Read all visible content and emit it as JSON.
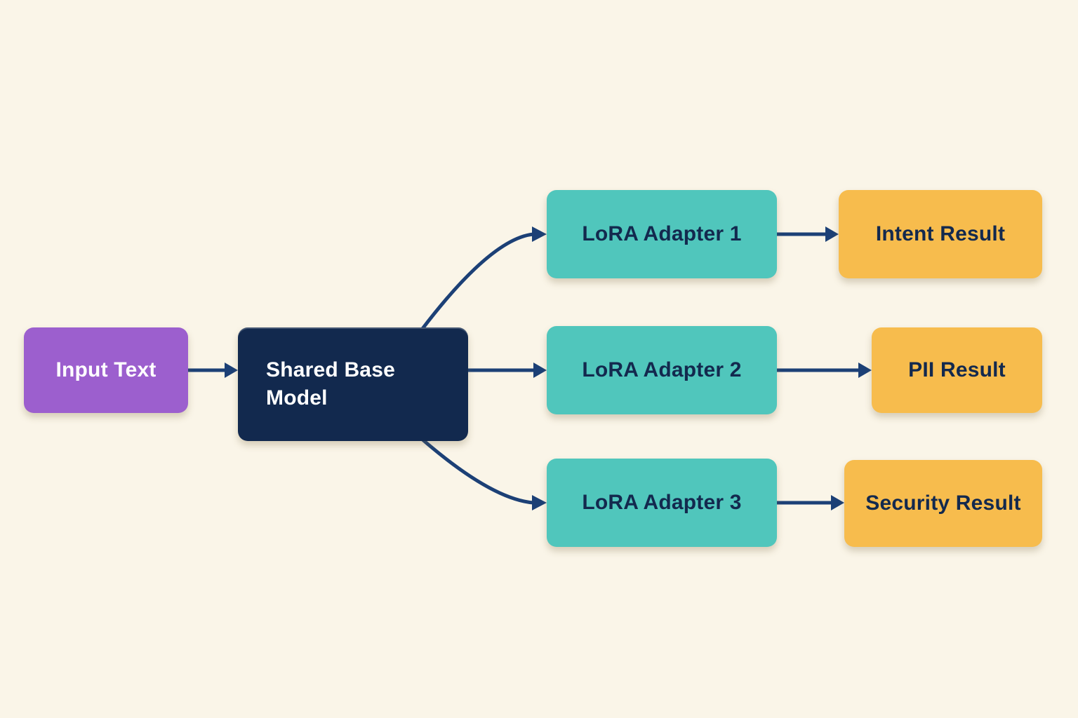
{
  "diagram": {
    "background_color": "#faf5e8",
    "arrow_color": "#1c4076",
    "nodes": {
      "input_text": {
        "label": "Input Text",
        "fill": "#9c5fce",
        "text_color": "#ffffff"
      },
      "shared_base_model": {
        "label": "Shared Base Model",
        "fill": "#12294e",
        "text_color": "#ffffff"
      },
      "lora_adapter_1": {
        "label": "LoRA Adapter 1",
        "fill": "#50c6bc",
        "text_color": "#13294e"
      },
      "lora_adapter_2": {
        "label": "LoRA Adapter 2",
        "fill": "#50c6bc",
        "text_color": "#13294e"
      },
      "lora_adapter_3": {
        "label": "LoRA Adapter 3",
        "fill": "#50c6bc",
        "text_color": "#13294e"
      },
      "intent_result": {
        "label": "Intent Result",
        "fill": "#f7bc4d",
        "text_color": "#13294e"
      },
      "pii_result": {
        "label": "PII Result",
        "fill": "#f7bc4d",
        "text_color": "#13294e"
      },
      "security_result": {
        "label": "Security Result",
        "fill": "#f7bc4d",
        "text_color": "#13294e"
      }
    },
    "edges": [
      {
        "from": "Input Text",
        "to": "Shared Base Model"
      },
      {
        "from": "Shared Base Model",
        "to": "LoRA Adapter 1"
      },
      {
        "from": "Shared Base Model",
        "to": "LoRA Adapter 2"
      },
      {
        "from": "Shared Base Model",
        "to": "LoRA Adapter 3"
      },
      {
        "from": "LoRA Adapter 1",
        "to": "Intent Result"
      },
      {
        "from": "LoRA Adapter 2",
        "to": "PII Result"
      },
      {
        "from": "LoRA Adapter 3",
        "to": "Security Result"
      }
    ]
  }
}
